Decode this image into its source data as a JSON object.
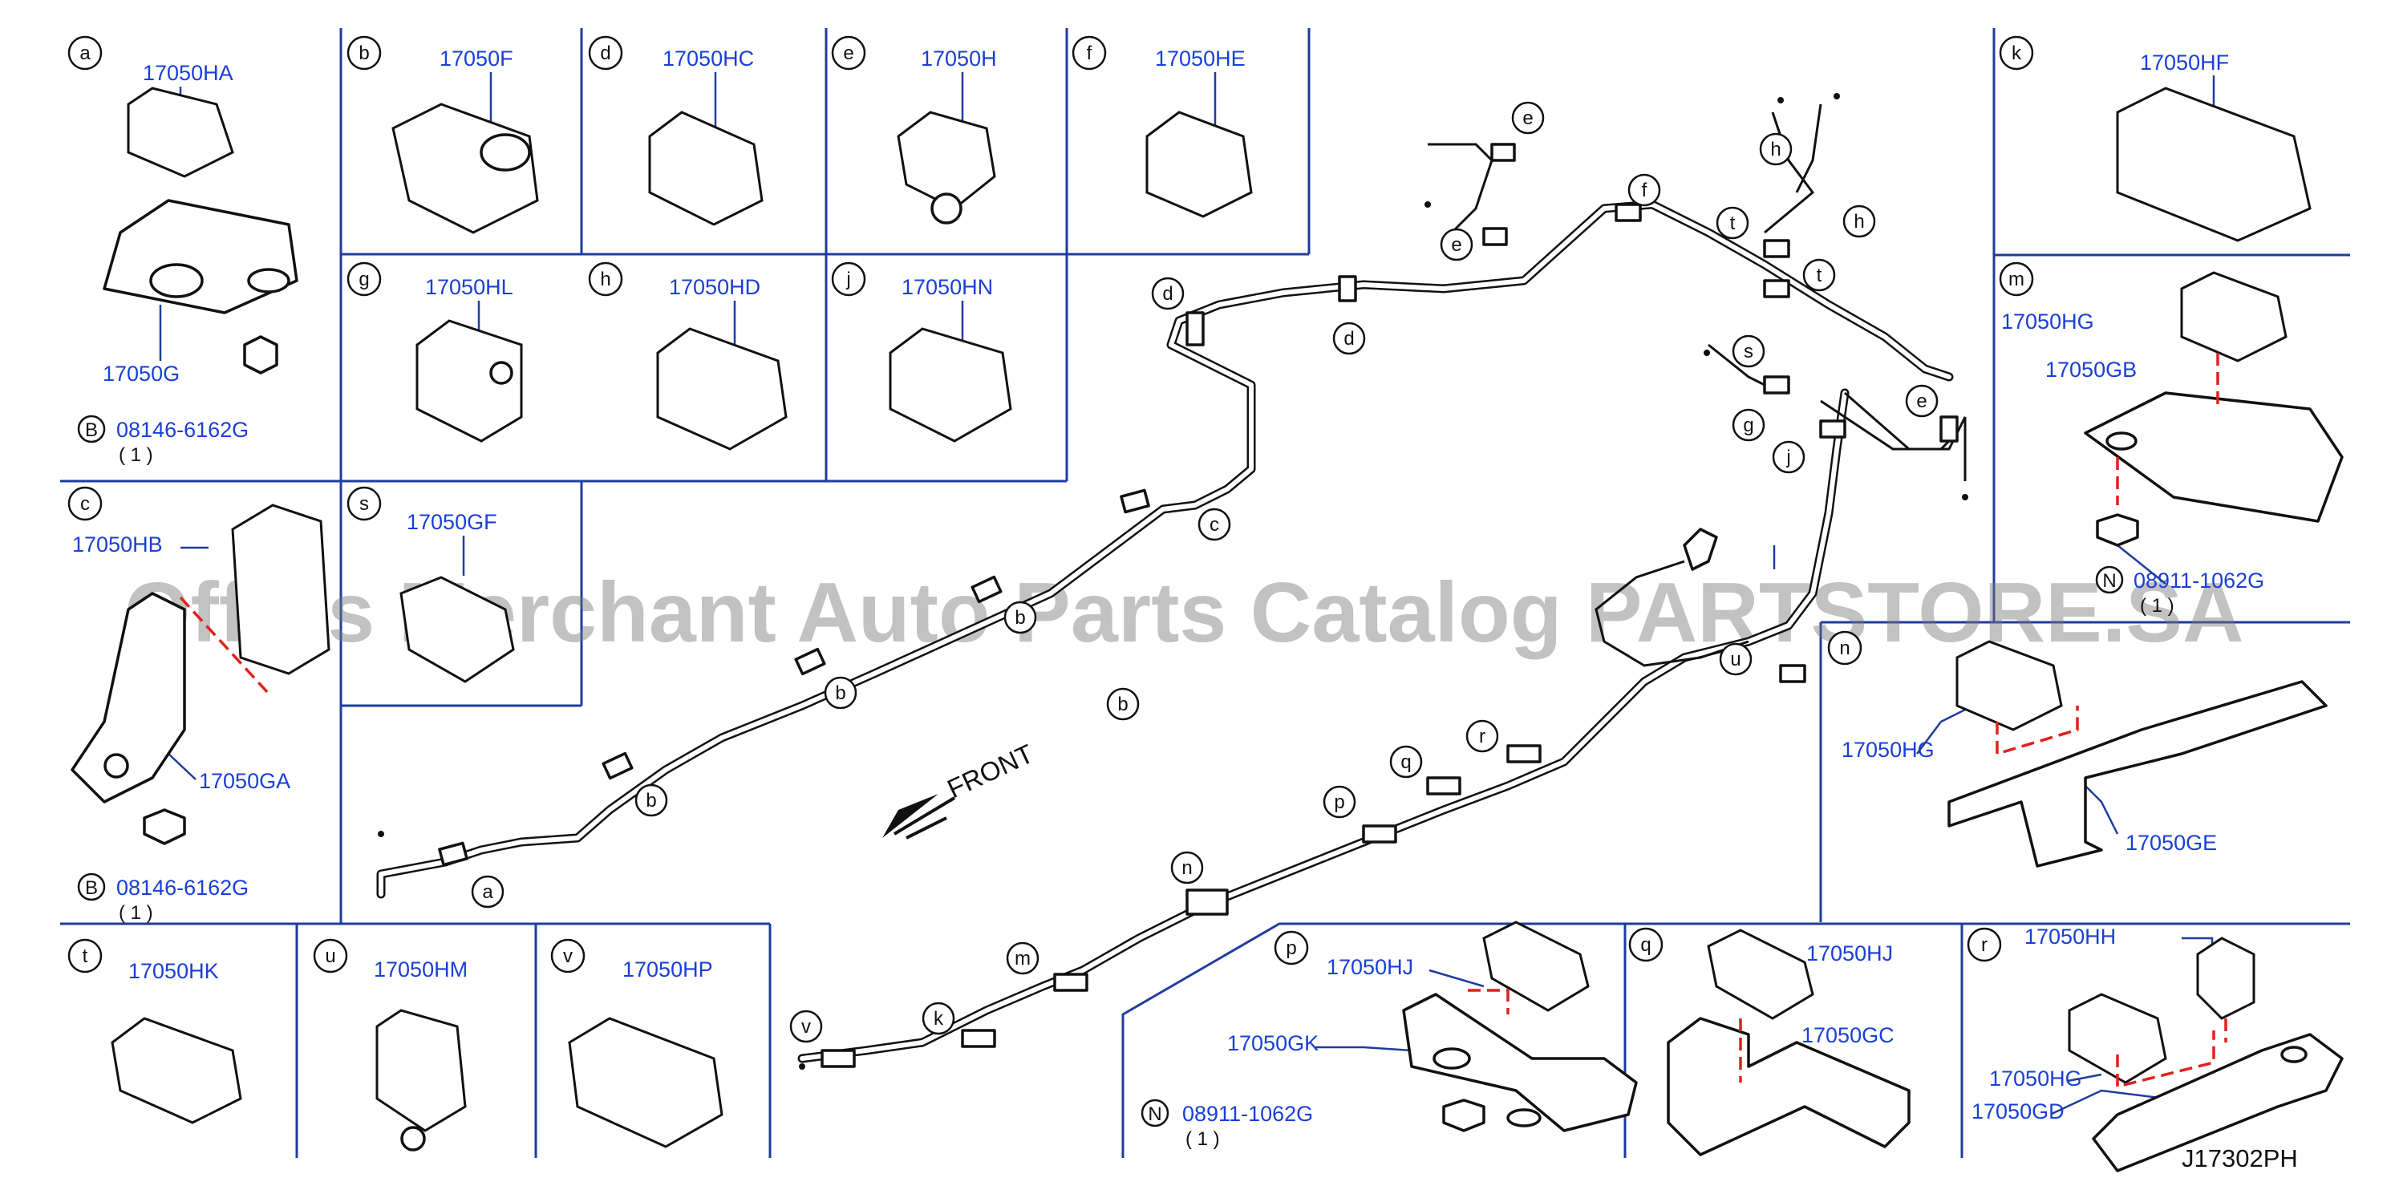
{
  "diagram_code": "J17302PH",
  "watermark": "Offers Merchant Auto Parts Catalog PARTSTORE.SA",
  "front_label": "FRONT",
  "panels": [
    {
      "id": "a",
      "letter": "a",
      "parts": [
        "17050HA",
        "17050G"
      ],
      "fastener": {
        "symbol": "B",
        "number": "08146-6162G",
        "qty": "( 1 )"
      }
    },
    {
      "id": "b",
      "letter": "b",
      "parts": [
        "17050F"
      ]
    },
    {
      "id": "d",
      "letter": "d",
      "parts": [
        "17050HC"
      ]
    },
    {
      "id": "e",
      "letter": "e",
      "parts": [
        "17050H"
      ]
    },
    {
      "id": "f",
      "letter": "f",
      "parts": [
        "17050HE"
      ]
    },
    {
      "id": "g",
      "letter": "g",
      "parts": [
        "17050HL"
      ]
    },
    {
      "id": "h",
      "letter": "h",
      "parts": [
        "17050HD"
      ]
    },
    {
      "id": "j",
      "letter": "j",
      "parts": [
        "17050HN"
      ]
    },
    {
      "id": "c",
      "letter": "c",
      "parts": [
        "17050HB",
        "17050GA"
      ],
      "fastener": {
        "symbol": "B",
        "number": "08146-6162G",
        "qty": "( 1 )"
      }
    },
    {
      "id": "s",
      "letter": "s",
      "parts": [
        "17050GF"
      ]
    },
    {
      "id": "k",
      "letter": "k",
      "parts": [
        "17050HF"
      ]
    },
    {
      "id": "m",
      "letter": "m",
      "parts": [
        "17050HG",
        "17050GB"
      ],
      "fastener": {
        "symbol": "N",
        "number": "08911-1062G",
        "qty": "( 1 )"
      }
    },
    {
      "id": "n",
      "letter": "n",
      "parts": [
        "17050HG",
        "17050GE"
      ]
    },
    {
      "id": "t",
      "letter": "t",
      "parts": [
        "17050HK"
      ]
    },
    {
      "id": "u",
      "letter": "u",
      "parts": [
        "17050HM"
      ]
    },
    {
      "id": "v",
      "letter": "v",
      "parts": [
        "17050HP"
      ]
    },
    {
      "id": "p",
      "letter": "p",
      "parts": [
        "17050HJ",
        "17050GK"
      ],
      "fastener": {
        "symbol": "N",
        "number": "08911-1062G",
        "qty": "( 1 )"
      }
    },
    {
      "id": "q",
      "letter": "q",
      "parts": [
        "17050HJ",
        "17050GC"
      ]
    },
    {
      "id": "r",
      "letter": "r",
      "parts": [
        "17050HH",
        "17050HG",
        "17050GD"
      ]
    }
  ],
  "callouts": [
    "a",
    "b",
    "b",
    "b",
    "b",
    "c",
    "d",
    "d",
    "e",
    "e",
    "e",
    "f",
    "g",
    "h",
    "h",
    "j",
    "k",
    "m",
    "n",
    "p",
    "q",
    "r",
    "s",
    "t",
    "t",
    "u",
    "v"
  ]
}
